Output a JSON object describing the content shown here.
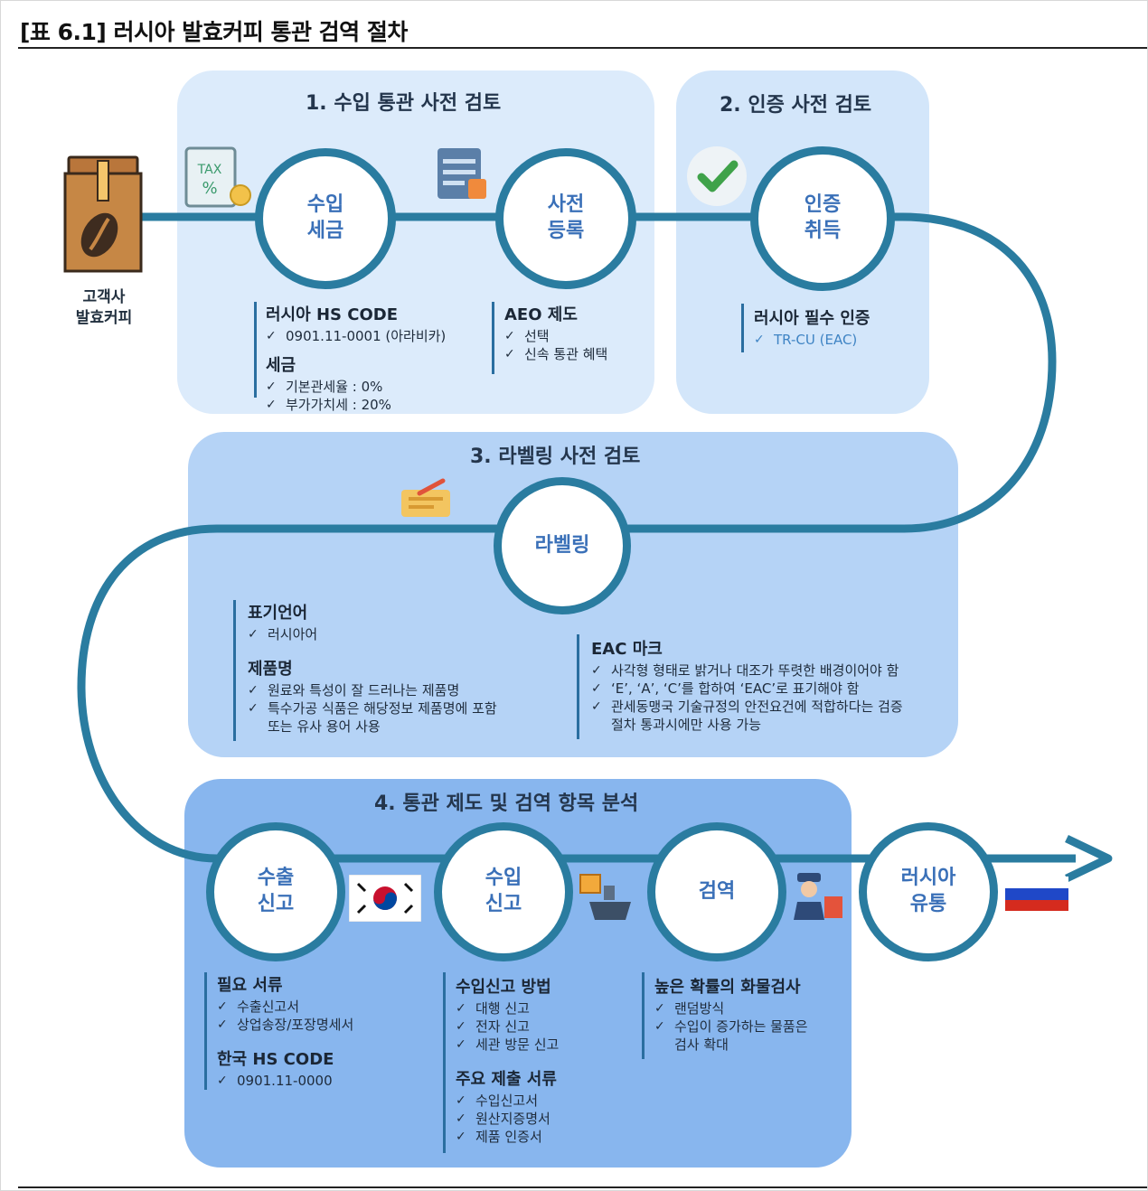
{
  "title": "[표 6.1] 러시아 발효커피 통관 검역 절차",
  "customer_label": "고객사\n발효커피",
  "stages": [
    {
      "title": "1. 수입 통관 사전 검토"
    },
    {
      "title": "2. 인증 사전 검토"
    },
    {
      "title": "3. 라벨링 사전 검토"
    },
    {
      "title": "4. 통관 제도 및 검역 항목 분석"
    }
  ],
  "nodes": {
    "import_tax": "수입\n세금",
    "pre_register": "사전\n등록",
    "cert": "인증\n취득",
    "labeling": "라벨링",
    "export_decl": "수출\n신고",
    "import_decl": "수입\n신고",
    "quarantine": "검역",
    "russia_dist": "러시아\n유통"
  },
  "icons": {
    "tax_text": "TAX",
    "tax_percent": "%"
  },
  "blocks": {
    "hs_code": {
      "heading": "러시아 HS CODE",
      "items": [
        "0901.11-0001 (아라비카)"
      ]
    },
    "tax": {
      "heading": "세금",
      "items": [
        "기본관세율 : 0%",
        "부가가치세 : 20%"
      ]
    },
    "aeo": {
      "heading": "AEO 제도",
      "items": [
        "선택",
        "신속 통관 혜택"
      ]
    },
    "russia_cert": {
      "heading": "러시아 필수 인증",
      "items": [
        "TR-CU (EAC)"
      ]
    },
    "label_lang": {
      "heading": "표기언어",
      "items": [
        "러시아어"
      ]
    },
    "product_name": {
      "heading": "제품명",
      "items": [
        "원료와 특성이 잘 드러나는 제품명",
        "특수가공 식품은 해당정보 제품명에 포함\n또는 유사 용어 사용"
      ]
    },
    "eac_mark": {
      "heading": "EAC 마크",
      "items": [
        "사각형 형태로 밝거나 대조가 뚜렷한 배경이어야 함",
        "‘E’, ‘A’, ‘C’를 합하여 ‘EAC’로 표기해야 함",
        "관세동맹국 기술규정의 안전요건에 적합하다는 검증\n절차 통과시에만 사용 가능"
      ]
    },
    "required_docs": {
      "heading": "필요 서류",
      "items": [
        "수출신고서",
        "상업송장/포장명세서"
      ]
    },
    "korea_hs": {
      "heading": "한국 HS CODE",
      "items": [
        "0901.11-0000"
      ]
    },
    "import_method": {
      "heading": "수입신고 방법",
      "items": [
        "대행 신고",
        "전자 신고",
        "세관 방문 신고"
      ]
    },
    "main_docs": {
      "heading": "주요 제출 서류",
      "items": [
        "수입신고서",
        "원산지증명서",
        "제품 인증서"
      ]
    },
    "high_prob": {
      "heading": "높은 확률의 화물검사",
      "items": [
        "랜덤방식",
        "수입이 증가하는 물품은\n검사 확대"
      ]
    }
  },
  "colors": {
    "flow_line": "#2a7ca0",
    "accent_text": "#3a70b8",
    "panel1": "#dcebfb",
    "panel3": "#b5d3f6",
    "panel4": "#88b6ee"
  }
}
